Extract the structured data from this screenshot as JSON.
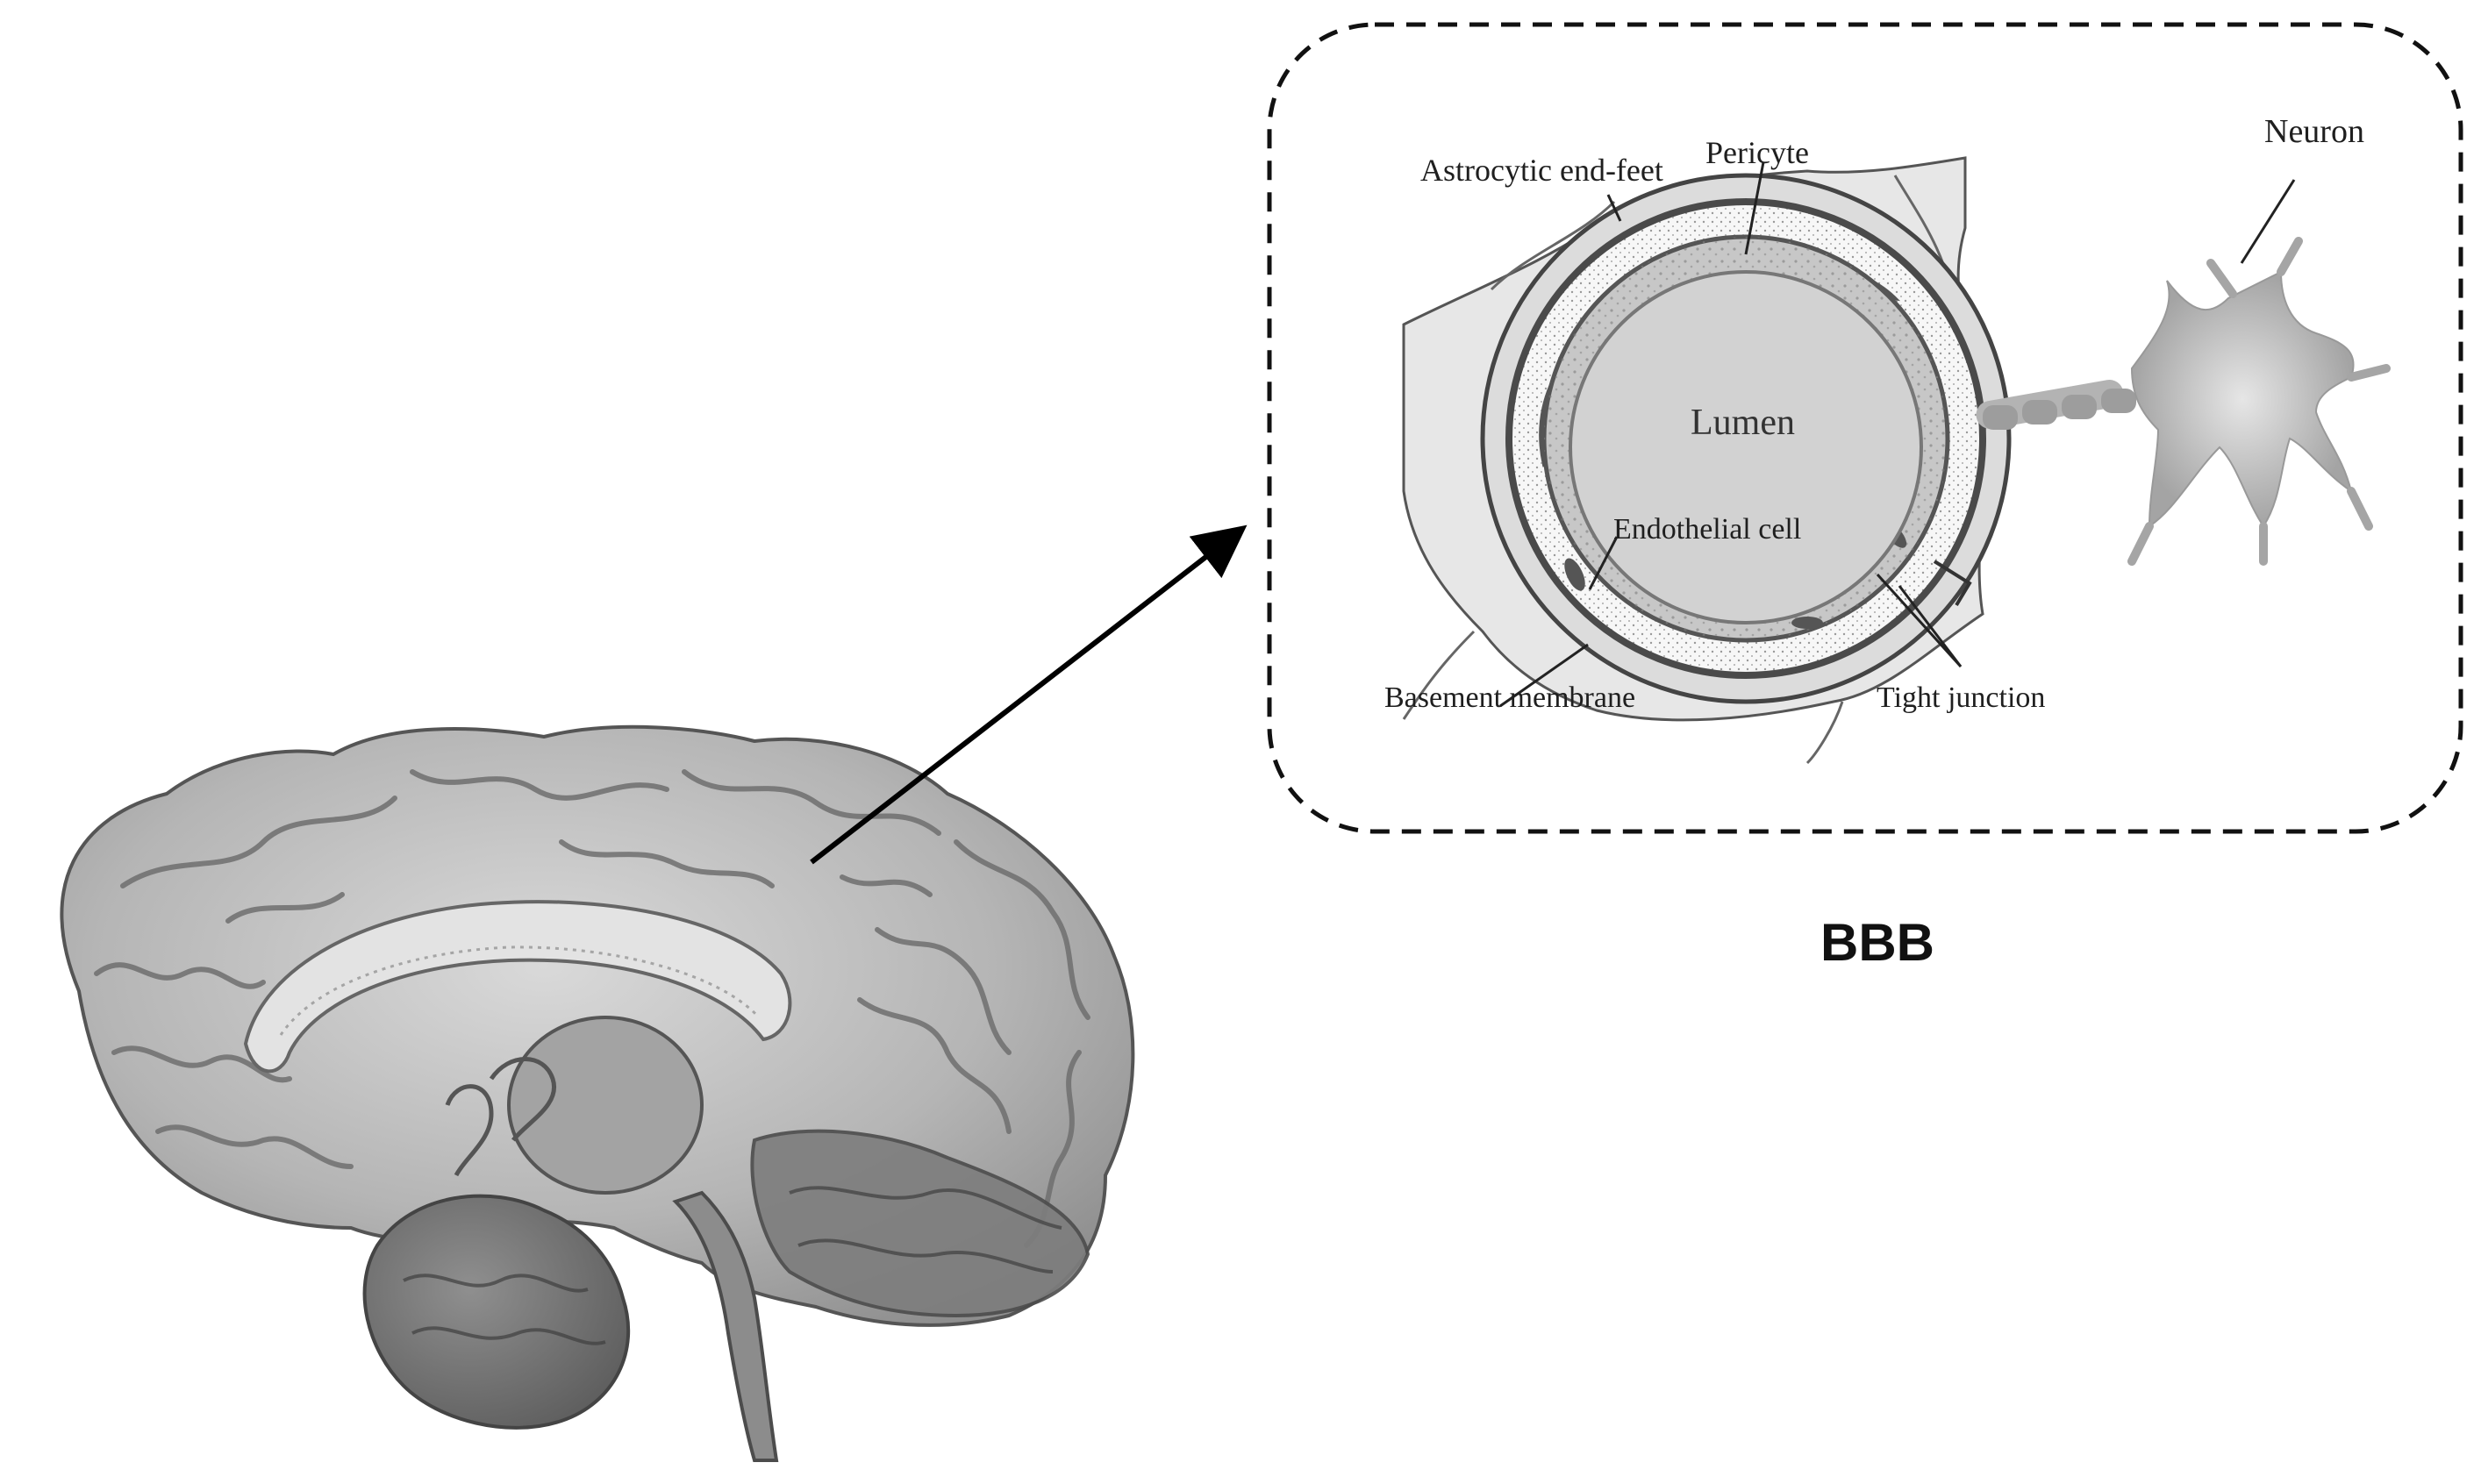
{
  "title": "BBB",
  "labels": {
    "astrocytic_end_feet": "Astrocytic end-feet",
    "pericyte": "Pericyte",
    "neuron": "Neuron",
    "lumen": "Lumen",
    "endothelial_cell": "Endothelial cell",
    "basement_membrane": "Basement membrane",
    "tight_junction": "Tight junction"
  },
  "colors": {
    "frame": "#111111",
    "brain_light": "#cfcfcf",
    "brain_mid": "#9d9d9d",
    "brain_dark": "#6e6e6e",
    "lumen": "#d2d2d2",
    "neuron": "#a8a8a8"
  }
}
